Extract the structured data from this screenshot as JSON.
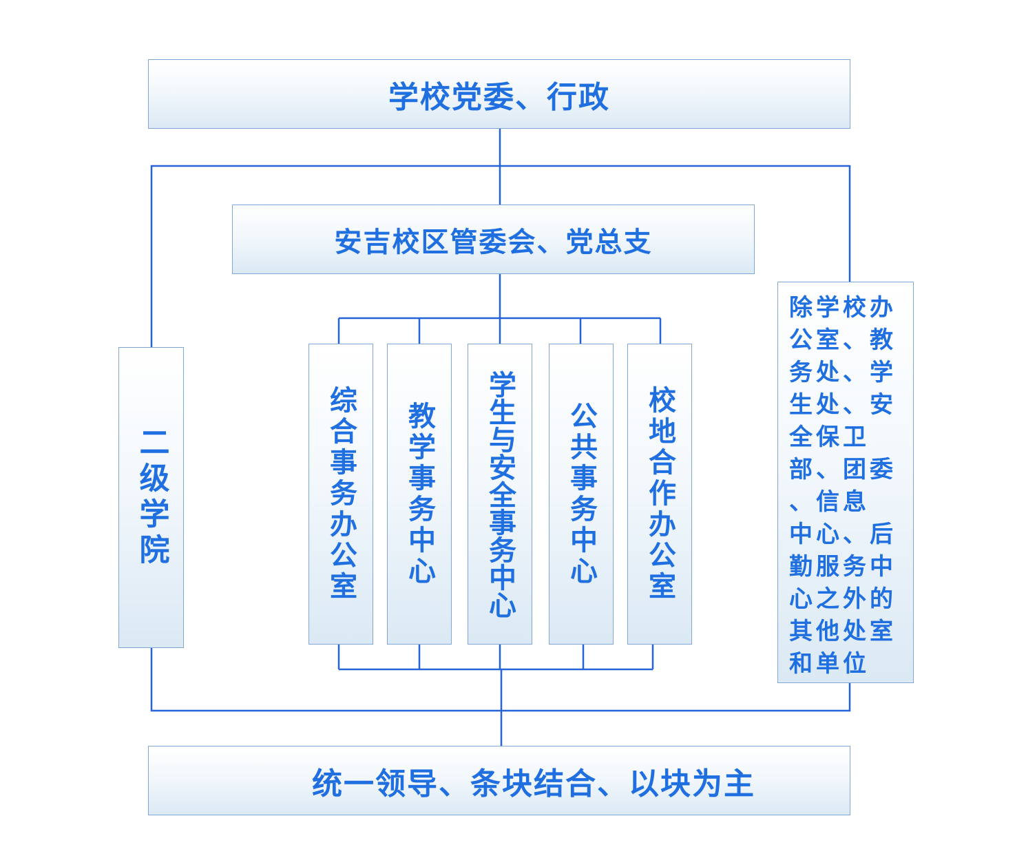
{
  "diagram": {
    "top_node": "学校党委、行政",
    "campus_node": "安吉校区管委会、党总支",
    "college_node": "二级学院",
    "centers": [
      "综合事务办公室",
      "教学事务中心",
      "学生与安全事务中心",
      "公共事务中心",
      "校地合作办公室"
    ],
    "other_units_node": "除学校办\n公室、教\n务处、学\n生处、安\n全保卫\n部、团委\n、信息\n中心、后\n勤服务中\n心之外的\n其他处室\n和单位",
    "principle_node": "统一领导、条块结合、以块为主"
  },
  "colors": {
    "text": "#1f6fe0",
    "lines": "#2563d8",
    "box_border": "#7fa6d8",
    "box_fill_top": "#ffffff",
    "box_fill_bottom": "#dbe9f4"
  }
}
